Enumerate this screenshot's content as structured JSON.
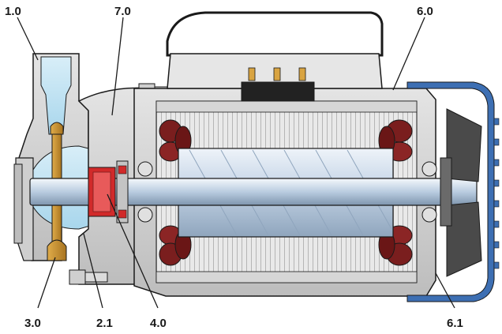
{
  "labels": {
    "casing": "1.0",
    "adapter": "7.0",
    "motor_body": "6.0",
    "impeller": "3.0",
    "mechanical_seal": "2.1",
    "shaft": "4.0",
    "fan_cover": "6.1"
  },
  "colors": {
    "outline": "#1a1a1a",
    "casing_grey": "#d2d2d2",
    "water_blue": "#bfe3f2",
    "brass": "#c8912e",
    "winding_red": "#7a1e1e",
    "seal_red": "#d12a2a",
    "fan_cover_blue": "#3d6fb3",
    "fan_dark": "#4a4a4a",
    "shaft_steel": "#c9d8e8",
    "terminal_box": "#e8e8e8"
  }
}
